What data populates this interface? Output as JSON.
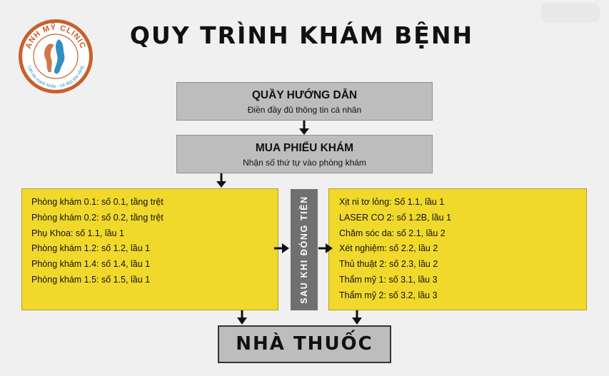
{
  "logo": {
    "name": "ANH MỸ CLINIC",
    "tagline": "Làn da mạnh khỏe - Vẻ đẹp tỏa sáng",
    "colors": {
      "ring": "#c8602b",
      "map": "#2f8fc4"
    }
  },
  "title": "QUY TRÌNH  KHÁM BỆNH",
  "steps": [
    {
      "heading": "QUẦY HƯỚNG DẪN",
      "subtitle": "Điền đầy đủ thông tin cá nhân"
    },
    {
      "heading": "MUA PHIẾU KHÁM",
      "subtitle": "Nhận số thứ tự vào phòng khám"
    }
  ],
  "exam_rooms": [
    "Phòng khám 0.1: số 0.1, tầng trệt",
    "Phòng khám 0.2: số 0.2, tầng trệt",
    "Phụ Khoa: số 1.1, lầu 1",
    "Phòng khám 1.2: số 1.2, lầu 1",
    "Phòng khám 1.4: số 1.4, lầu 1",
    "Phòng khám 1.5: số 1.5, lầu 1"
  ],
  "payment_label": "SAU KHI ĐÓNG TIỀN",
  "services": [
    "Xịt ni tơ lỏng: Số 1.1, lầu 1",
    "LASER CO 2: số 1.2B, lầu 1",
    "Chăm sóc da: số 2.1, lầu 2",
    "Xét nghiệm: số 2.2, lầu 2",
    "Thủ thuật 2: số 2.3, lầu 2",
    "Thẩm mỹ 1: số 3.1, lầu 3",
    "Thẩm mỹ 2: số 3.2, lầu 3"
  ],
  "pharmacy": "NHÀ THUỐC",
  "colors": {
    "gray_box": "#bdbdbd",
    "yellow_box": "#f1d92c",
    "payment_bar": "#707070",
    "background": "#f0f0f0"
  }
}
